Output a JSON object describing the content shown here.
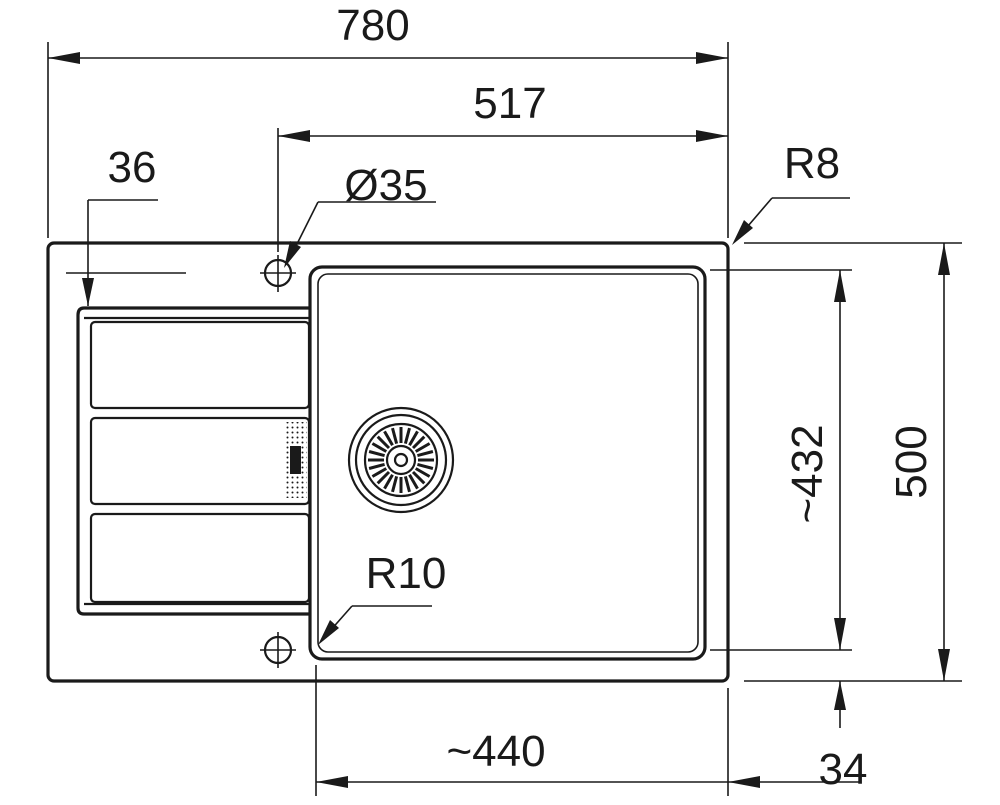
{
  "drawing": {
    "type": "sink top-view technical drawing",
    "dimensions": {
      "overall_width": "780",
      "bowl_offset_width": "517",
      "drainer_inset": "36",
      "tap_hole": "Ø35",
      "outer_corner_radius": "R8",
      "bowl_corner_radius": "R10",
      "bowl_depth": "~432",
      "overall_depth": "500",
      "bowl_width": "~440",
      "rear_offset": "34"
    },
    "line_color": "#1a1a1a",
    "background_color": "#ffffff"
  }
}
